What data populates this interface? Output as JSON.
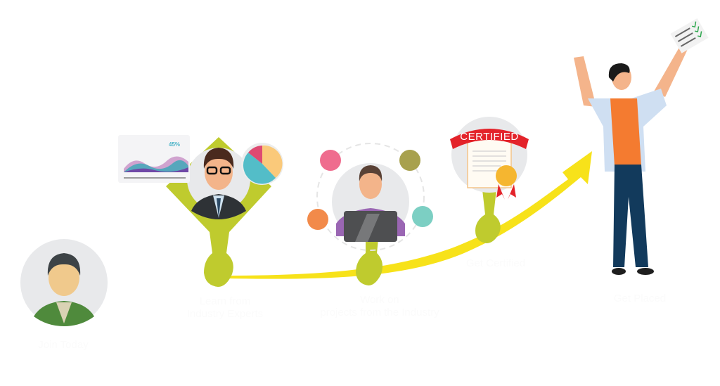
{
  "steps": [
    {
      "label": "Join Today"
    },
    {
      "label": "Learn from\nIndustry Experts"
    },
    {
      "label": "Work on\nprojects from the Industry"
    },
    {
      "label": "Get Certified"
    },
    {
      "label": "Get Placed"
    }
  ],
  "chart_card": {
    "percent": "45%"
  },
  "certificate": {
    "ribbon_text": "CERTIFIED"
  },
  "colors": {
    "node_green": "#bfcb2e",
    "arrow_yellow": "#f7e21a",
    "circle_gray": "#e8e9eb",
    "ribbon_red": "#e3232a",
    "shirt_orange": "#f47b30",
    "jeans_navy": "#123a5c"
  }
}
